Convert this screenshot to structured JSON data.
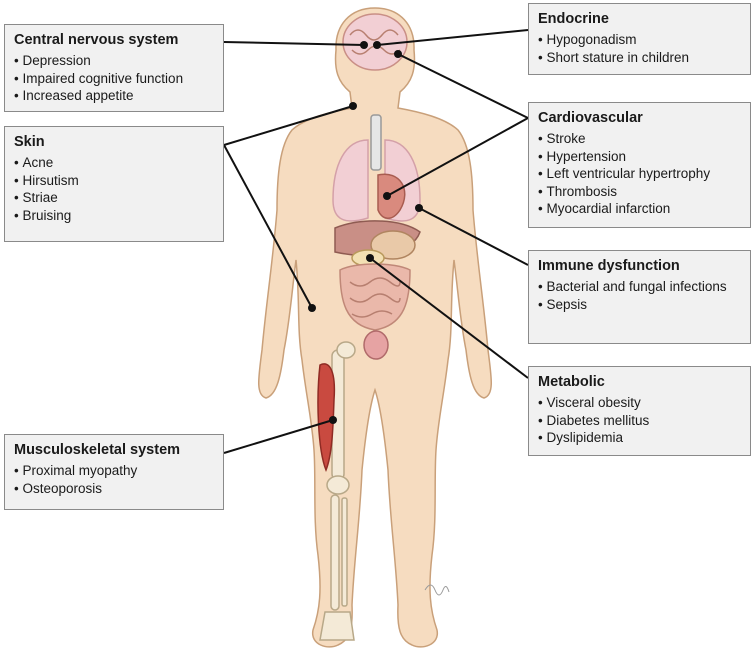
{
  "boxes": {
    "cns": {
      "title": "Central nervous system",
      "items": [
        "Depression",
        "Impaired cognitive function",
        "Increased appetite"
      ]
    },
    "skin": {
      "title": "Skin",
      "items": [
        "Acne",
        "Hirsutism",
        "Striae",
        "Bruising"
      ]
    },
    "musculoskeletal": {
      "title": "Musculoskeletal system",
      "items": [
        "Proximal myopathy",
        "Osteoporosis"
      ]
    },
    "endocrine": {
      "title": "Endocrine",
      "items": [
        "Hypogonadism",
        "Short stature in children"
      ]
    },
    "cardiovascular": {
      "title": "Cardiovascular",
      "items": [
        "Stroke",
        "Hypertension",
        "Left ventricular hypertrophy",
        "Thrombosis",
        "Myocardial infarction"
      ]
    },
    "immune": {
      "title": "Immune dysfunction",
      "items": [
        "Bacterial and fungal infections",
        "Sepsis"
      ]
    },
    "metabolic": {
      "title": "Metabolic",
      "items": [
        "Visceral obesity",
        "Diabetes mellitus",
        "Dyslipidemia"
      ]
    }
  },
  "colors": {
    "skin": "#f6dcc0",
    "skin_outline": "#c9a07a",
    "lungs": "#f2cfd4",
    "heart": "#d98a7e",
    "liver": "#c98f86",
    "intestine": "#eab8aa",
    "muscle": "#c94a40",
    "bone": "#f4ead7",
    "connector": "#111111"
  }
}
